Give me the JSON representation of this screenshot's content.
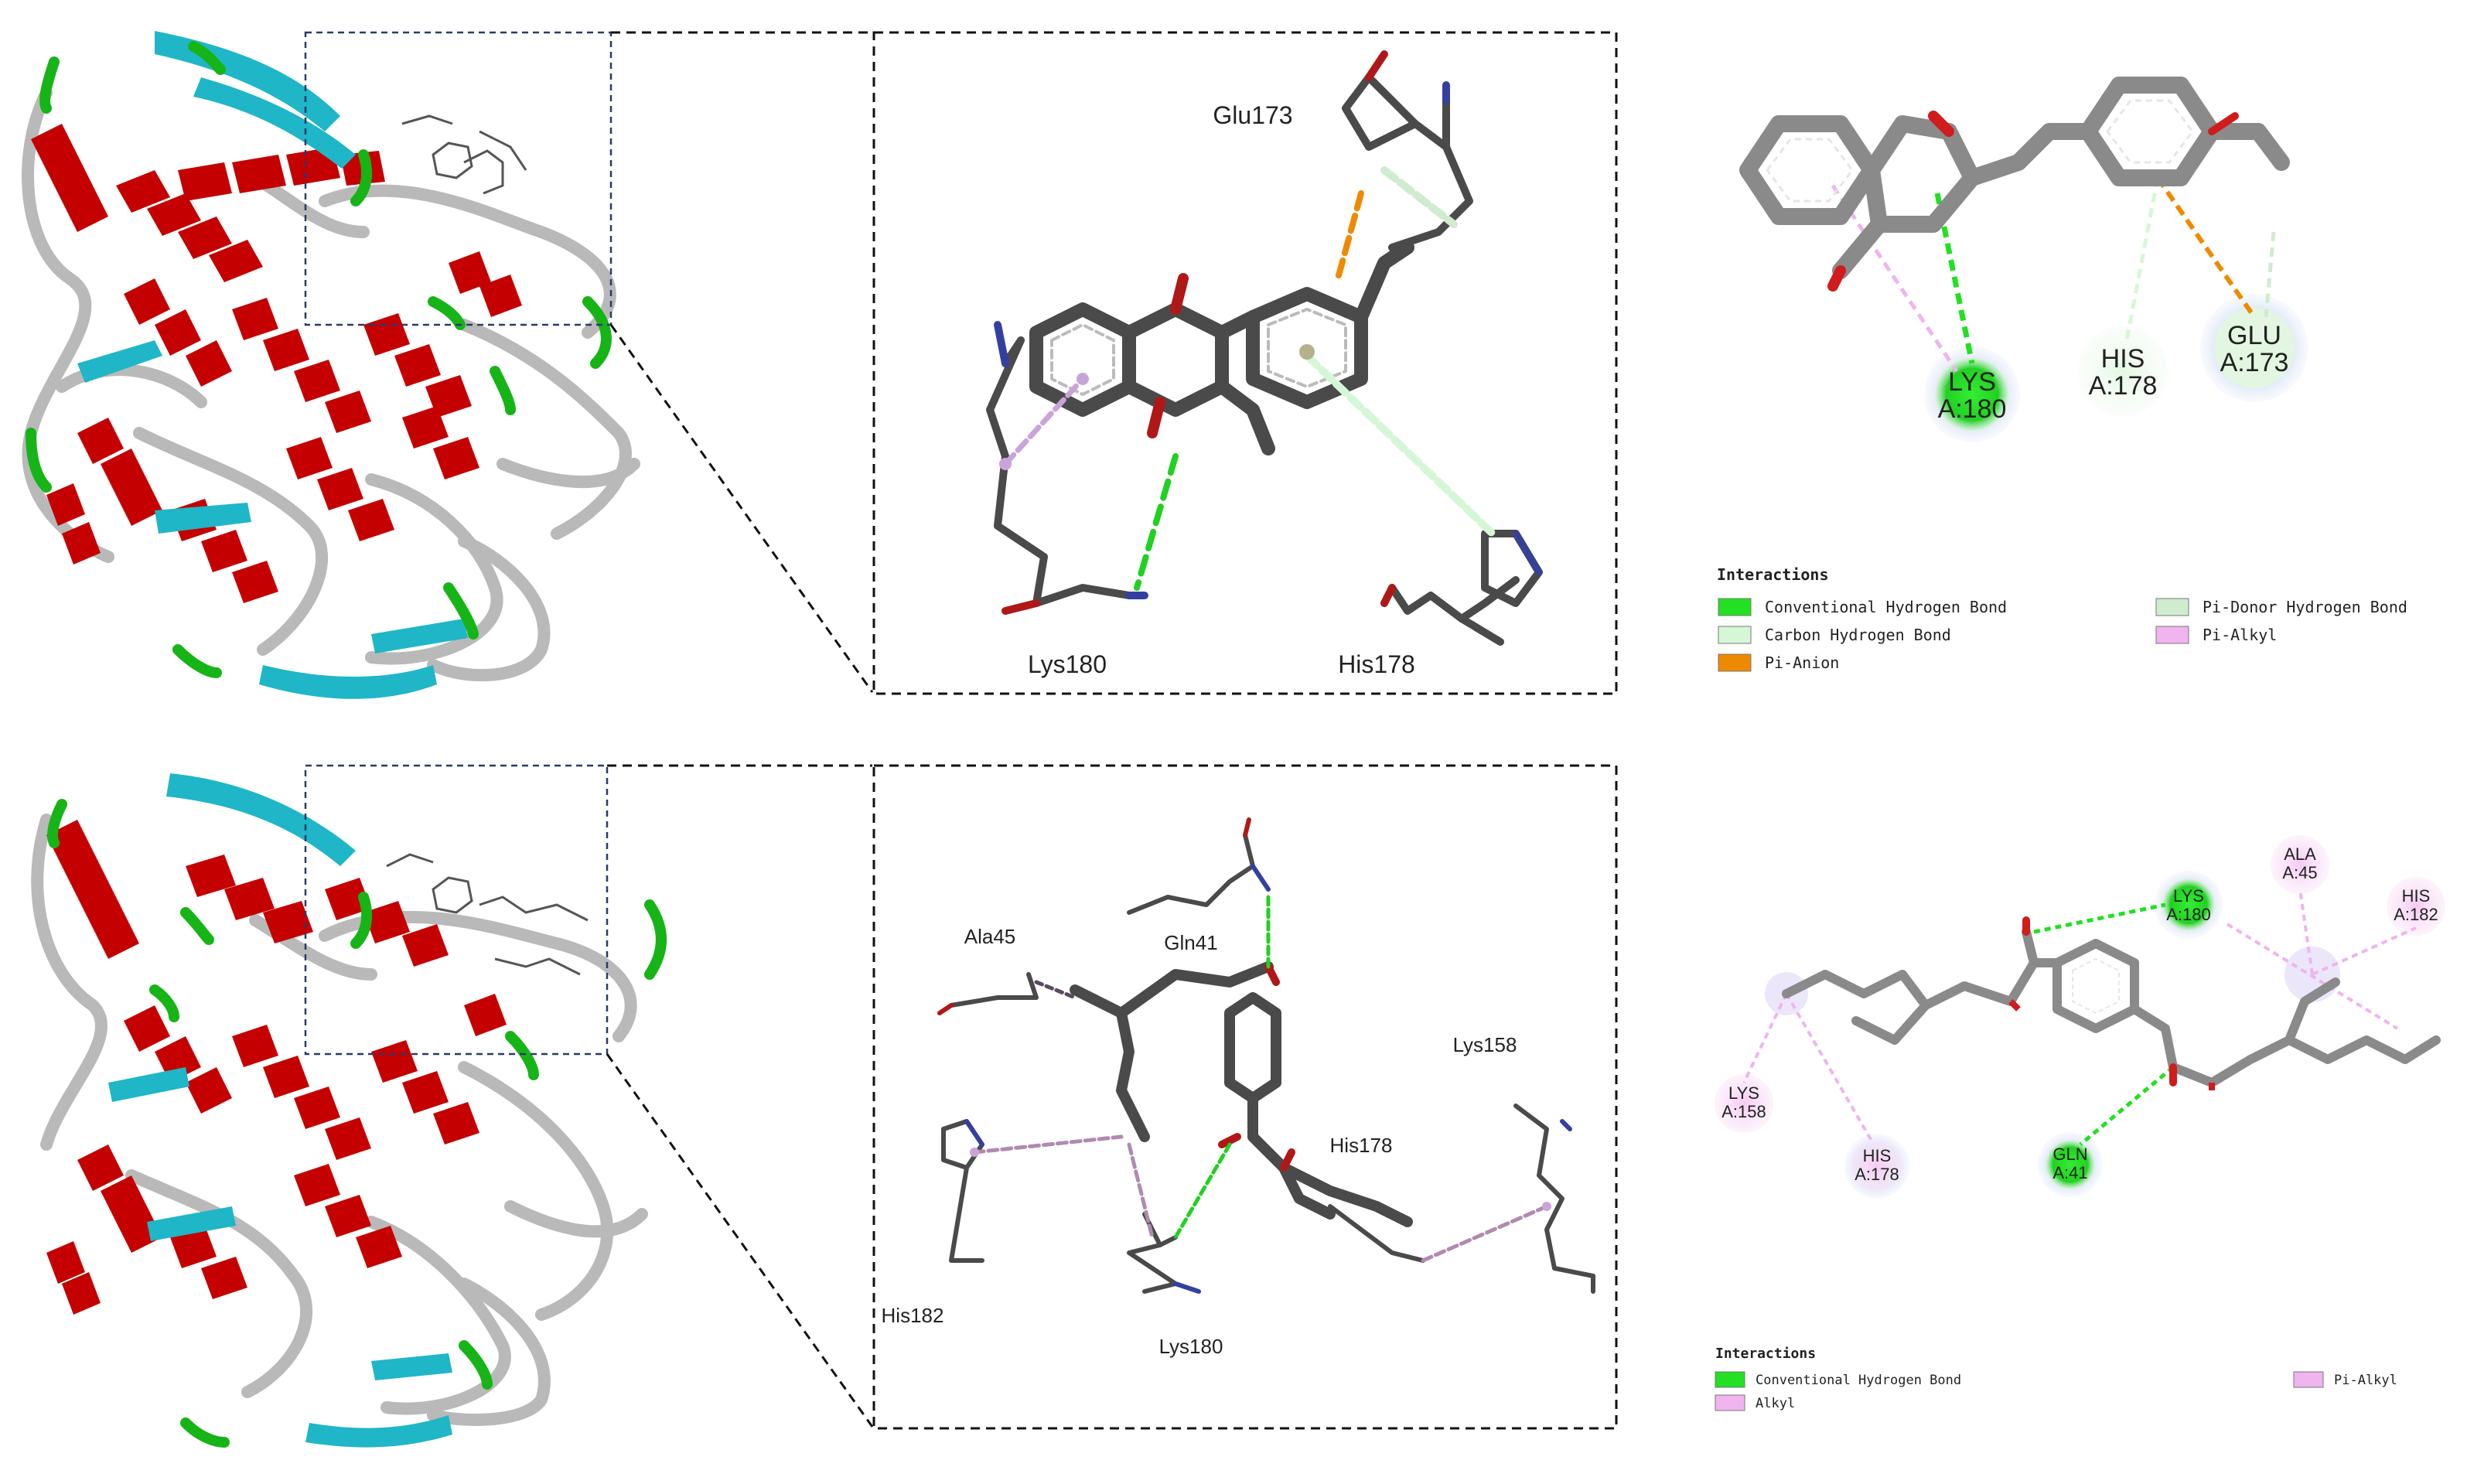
{
  "colors": {
    "helix": "#c40000",
    "sheet": "#1fb6c8",
    "turn": "#17b417",
    "coil": "#b9b9b9",
    "stick": "#4a4a4a",
    "nitrogen": "#3440a0",
    "oxygen": "#b01818",
    "ligand_2d": "#8a8a8a",
    "conventional_hbond": "#22e022",
    "carbon_hbond": "#d6f7d6",
    "pi_donor_hbond": "#cfeccf",
    "pi_anion": "#ee8a00",
    "pi_alkyl": "#f0b4ee",
    "alkyl": "#f0b4ee"
  },
  "panel_top": {
    "residue_labels_3d": [
      "Glu173",
      "Lys180",
      "His178"
    ],
    "residue_discs_2d": [
      {
        "line1": "LYS",
        "line2": "A:180",
        "type": "conventional"
      },
      {
        "line1": "HIS",
        "line2": "A:178",
        "type": "carbon"
      },
      {
        "line1": "GLU",
        "line2": "A:173",
        "type": "pi-donor"
      }
    ],
    "legend_title": "Interactions",
    "legend_items": [
      {
        "label": "Conventional Hydrogen Bond",
        "color": "#22e022"
      },
      {
        "label": "Pi-Donor Hydrogen Bond",
        "color": "#cfeccf"
      },
      {
        "label": "Carbon Hydrogen Bond",
        "color": "#d6f7d6"
      },
      {
        "label": "Pi-Alkyl",
        "color": "#f0b4ee"
      },
      {
        "label": "Pi-Anion",
        "color": "#ee8a00"
      }
    ]
  },
  "panel_bottom": {
    "residue_labels_3d": [
      "Ala45",
      "Gln41",
      "Lys158",
      "His178",
      "His182",
      "Lys180"
    ],
    "residue_discs_2d": [
      {
        "line1": "LYS",
        "line2": "A:180",
        "type": "conventional"
      },
      {
        "line1": "ALA",
        "line2": "A:45",
        "type": "alkyl"
      },
      {
        "line1": "HIS",
        "line2": "A:182",
        "type": "alkyl"
      },
      {
        "line1": "LYS",
        "line2": "A:158",
        "type": "alkyl"
      },
      {
        "line1": "HIS",
        "line2": "A:178",
        "type": "alkyl"
      },
      {
        "line1": "GLN",
        "line2": "A:41",
        "type": "conventional"
      }
    ],
    "legend_title": "Interactions",
    "legend_items": [
      {
        "label": "Conventional Hydrogen Bond",
        "color": "#22e022"
      },
      {
        "label": "Pi-Alkyl",
        "color": "#f0b4ee"
      },
      {
        "label": "Alkyl",
        "color": "#f0b4ee"
      }
    ]
  }
}
